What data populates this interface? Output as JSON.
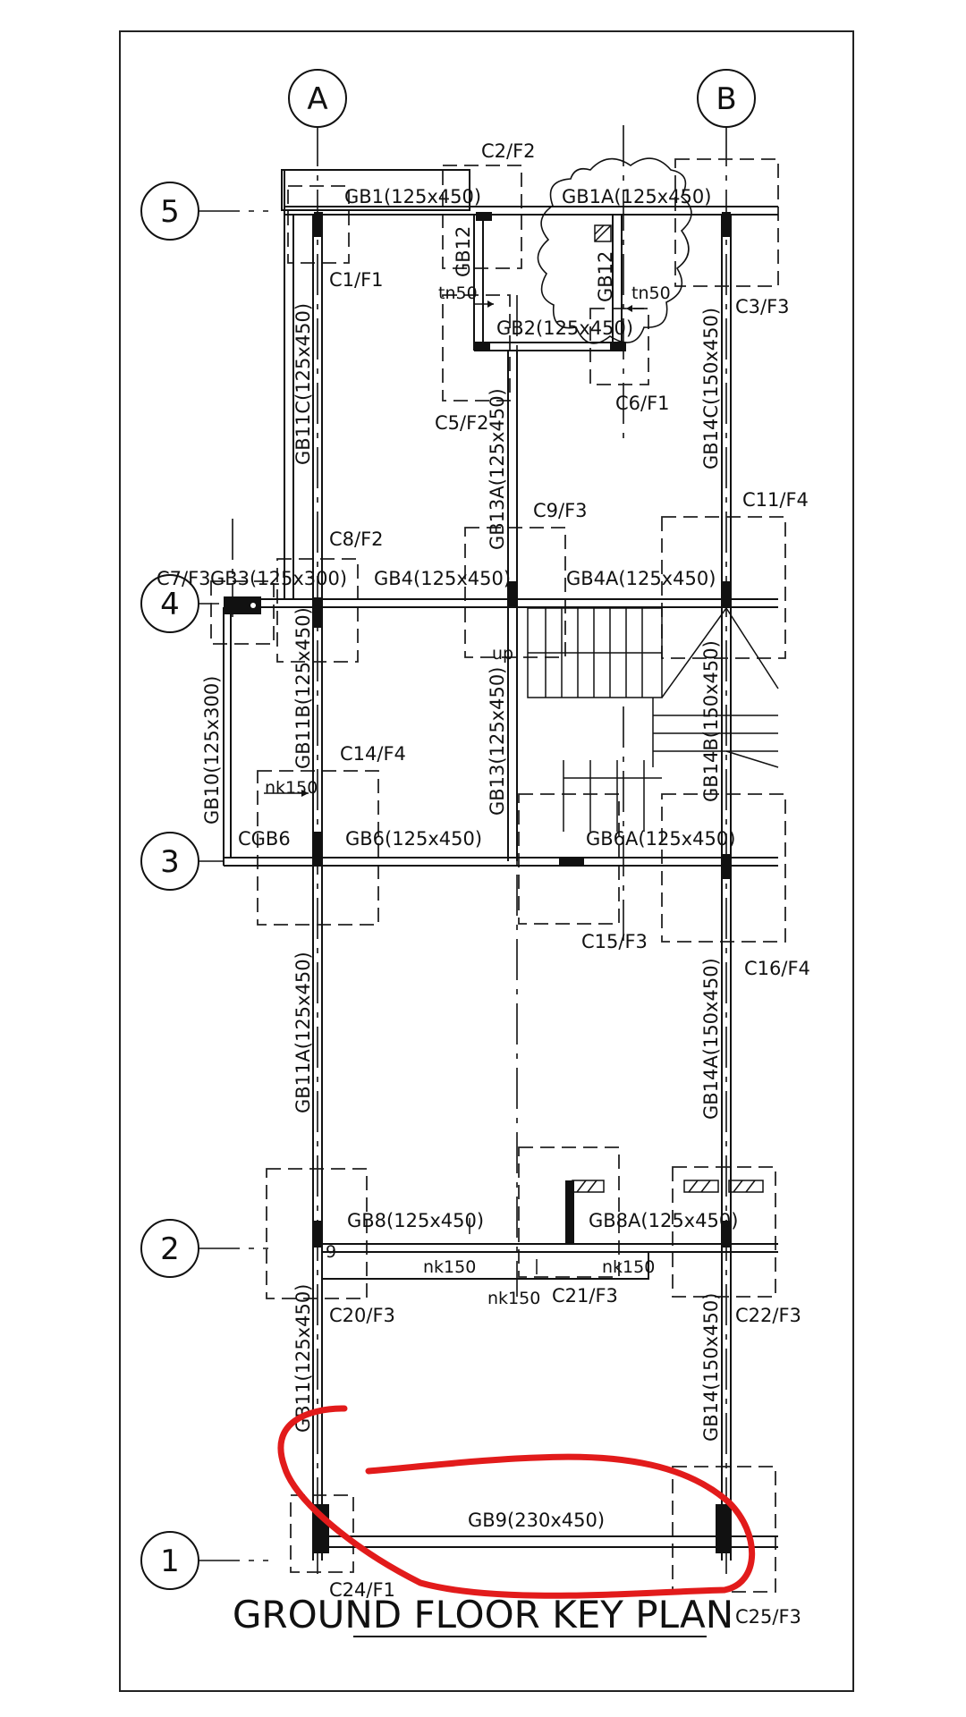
{
  "drawing": {
    "title": "GROUND FLOOR KEY PLAN",
    "grid_columns": [
      "A",
      "B"
    ],
    "grid_rows": [
      "5",
      "4",
      "3",
      "2",
      "1"
    ],
    "beams": [
      "GB1(125x450)",
      "GB1A(125x450)",
      "GB12",
      "GB12",
      "GB2(125x450)",
      "GB11C(125x450)",
      "GB13A(125x450)",
      "GB14C(150x450)",
      "GB3(125x300)",
      "GB4(125x450)",
      "GB4A(125x450)",
      "GB11B(125x450)",
      "GB10(125x300)",
      "GB13(125x450)",
      "GB14B(150x450)",
      "CGB6",
      "GB6(125x450)",
      "GB6A(125x450)",
      "GB11A(125x450)",
      "GB14A(150x450)",
      "GB8(125x450)",
      "GB8A(125x450)",
      "GB11(125x450)",
      "GB14(150x450)",
      "GB9(230x450)"
    ],
    "columns": [
      "C2/F2",
      "C1/F1",
      "C3/F3",
      "C5/F2",
      "C6/F1",
      "C9/F3",
      "C11/F4",
      "C8/F2",
      "C7/F3",
      "C14/F4",
      "C15/F3",
      "C16/F4",
      "C20/F3",
      "C21/F3",
      "C22/F3",
      "C24/F1",
      "C25/F3"
    ],
    "notes": [
      "tn50",
      "tn50",
      "up",
      "nk150",
      "nk150",
      "nk150",
      "nk150",
      "9"
    ]
  },
  "colors": {
    "ink": "#111111",
    "markup": "#e21b1b",
    "paper": "#ffffff"
  }
}
